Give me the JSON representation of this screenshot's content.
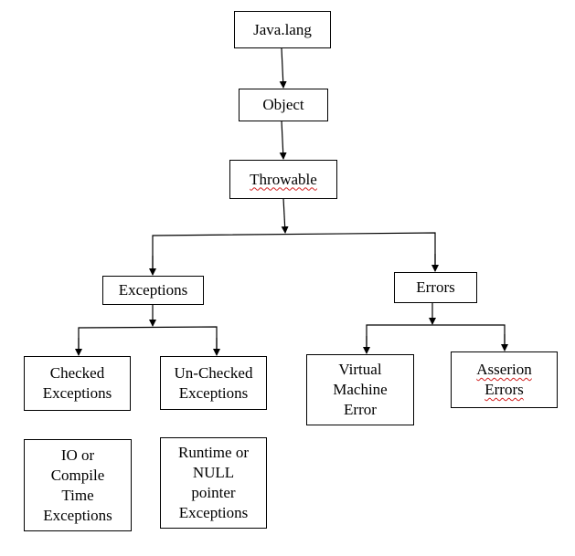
{
  "diagram": {
    "nodes": {
      "java_lang": "Java.lang",
      "object": "Object",
      "throwable": "Throwable",
      "exceptions": "Exceptions",
      "errors": "Errors",
      "checked_exceptions": "Checked\nExceptions",
      "unchecked_exceptions": "Un-Checked\nExceptions",
      "virtual_machine_error": "Virtual\nMachine\nError",
      "assertion_errors": "Asserion\nErrors",
      "io_compile_exceptions": "IO or\nCompile\nTime\nExceptions",
      "runtime_null_exceptions": "Runtime or\nNULL\npointer\nExceptions"
    },
    "edges": [
      [
        "java_lang",
        "object"
      ],
      [
        "object",
        "throwable"
      ],
      [
        "throwable",
        "exceptions"
      ],
      [
        "throwable",
        "errors"
      ],
      [
        "exceptions",
        "checked_exceptions"
      ],
      [
        "exceptions",
        "unchecked_exceptions"
      ],
      [
        "errors",
        "virtual_machine_error"
      ],
      [
        "errors",
        "assertion_errors"
      ]
    ],
    "colors": {
      "stroke": "#000000",
      "background": "#ffffff",
      "spellcheck_underline": "#d02020"
    }
  }
}
